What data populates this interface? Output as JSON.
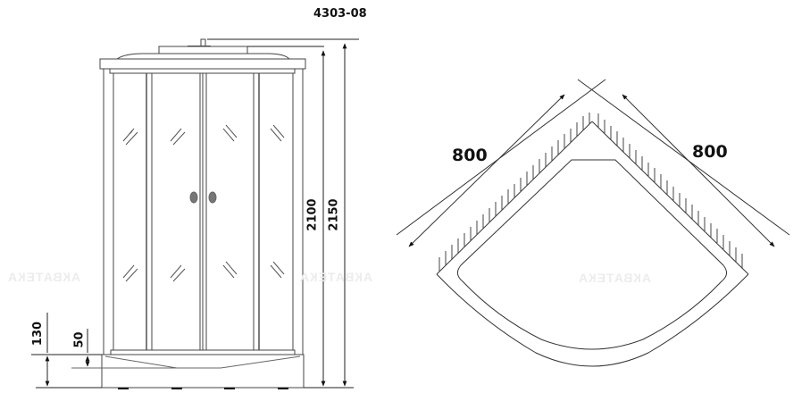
{
  "model_label": "4303-08",
  "front_view": {
    "dimensions": {
      "total_height": "2150",
      "cabin_height": "2100",
      "tray_height": "130",
      "tray_step": "50"
    }
  },
  "plan_view": {
    "dimensions": {
      "left_side": "800",
      "right_side": "800"
    }
  },
  "watermarks": [
    "АКВАТЕКА",
    "АКВАТЕКА",
    "АКВАТЕКА"
  ],
  "colors": {
    "line": "#333333",
    "handle": "#777777",
    "background": "#ffffff"
  }
}
